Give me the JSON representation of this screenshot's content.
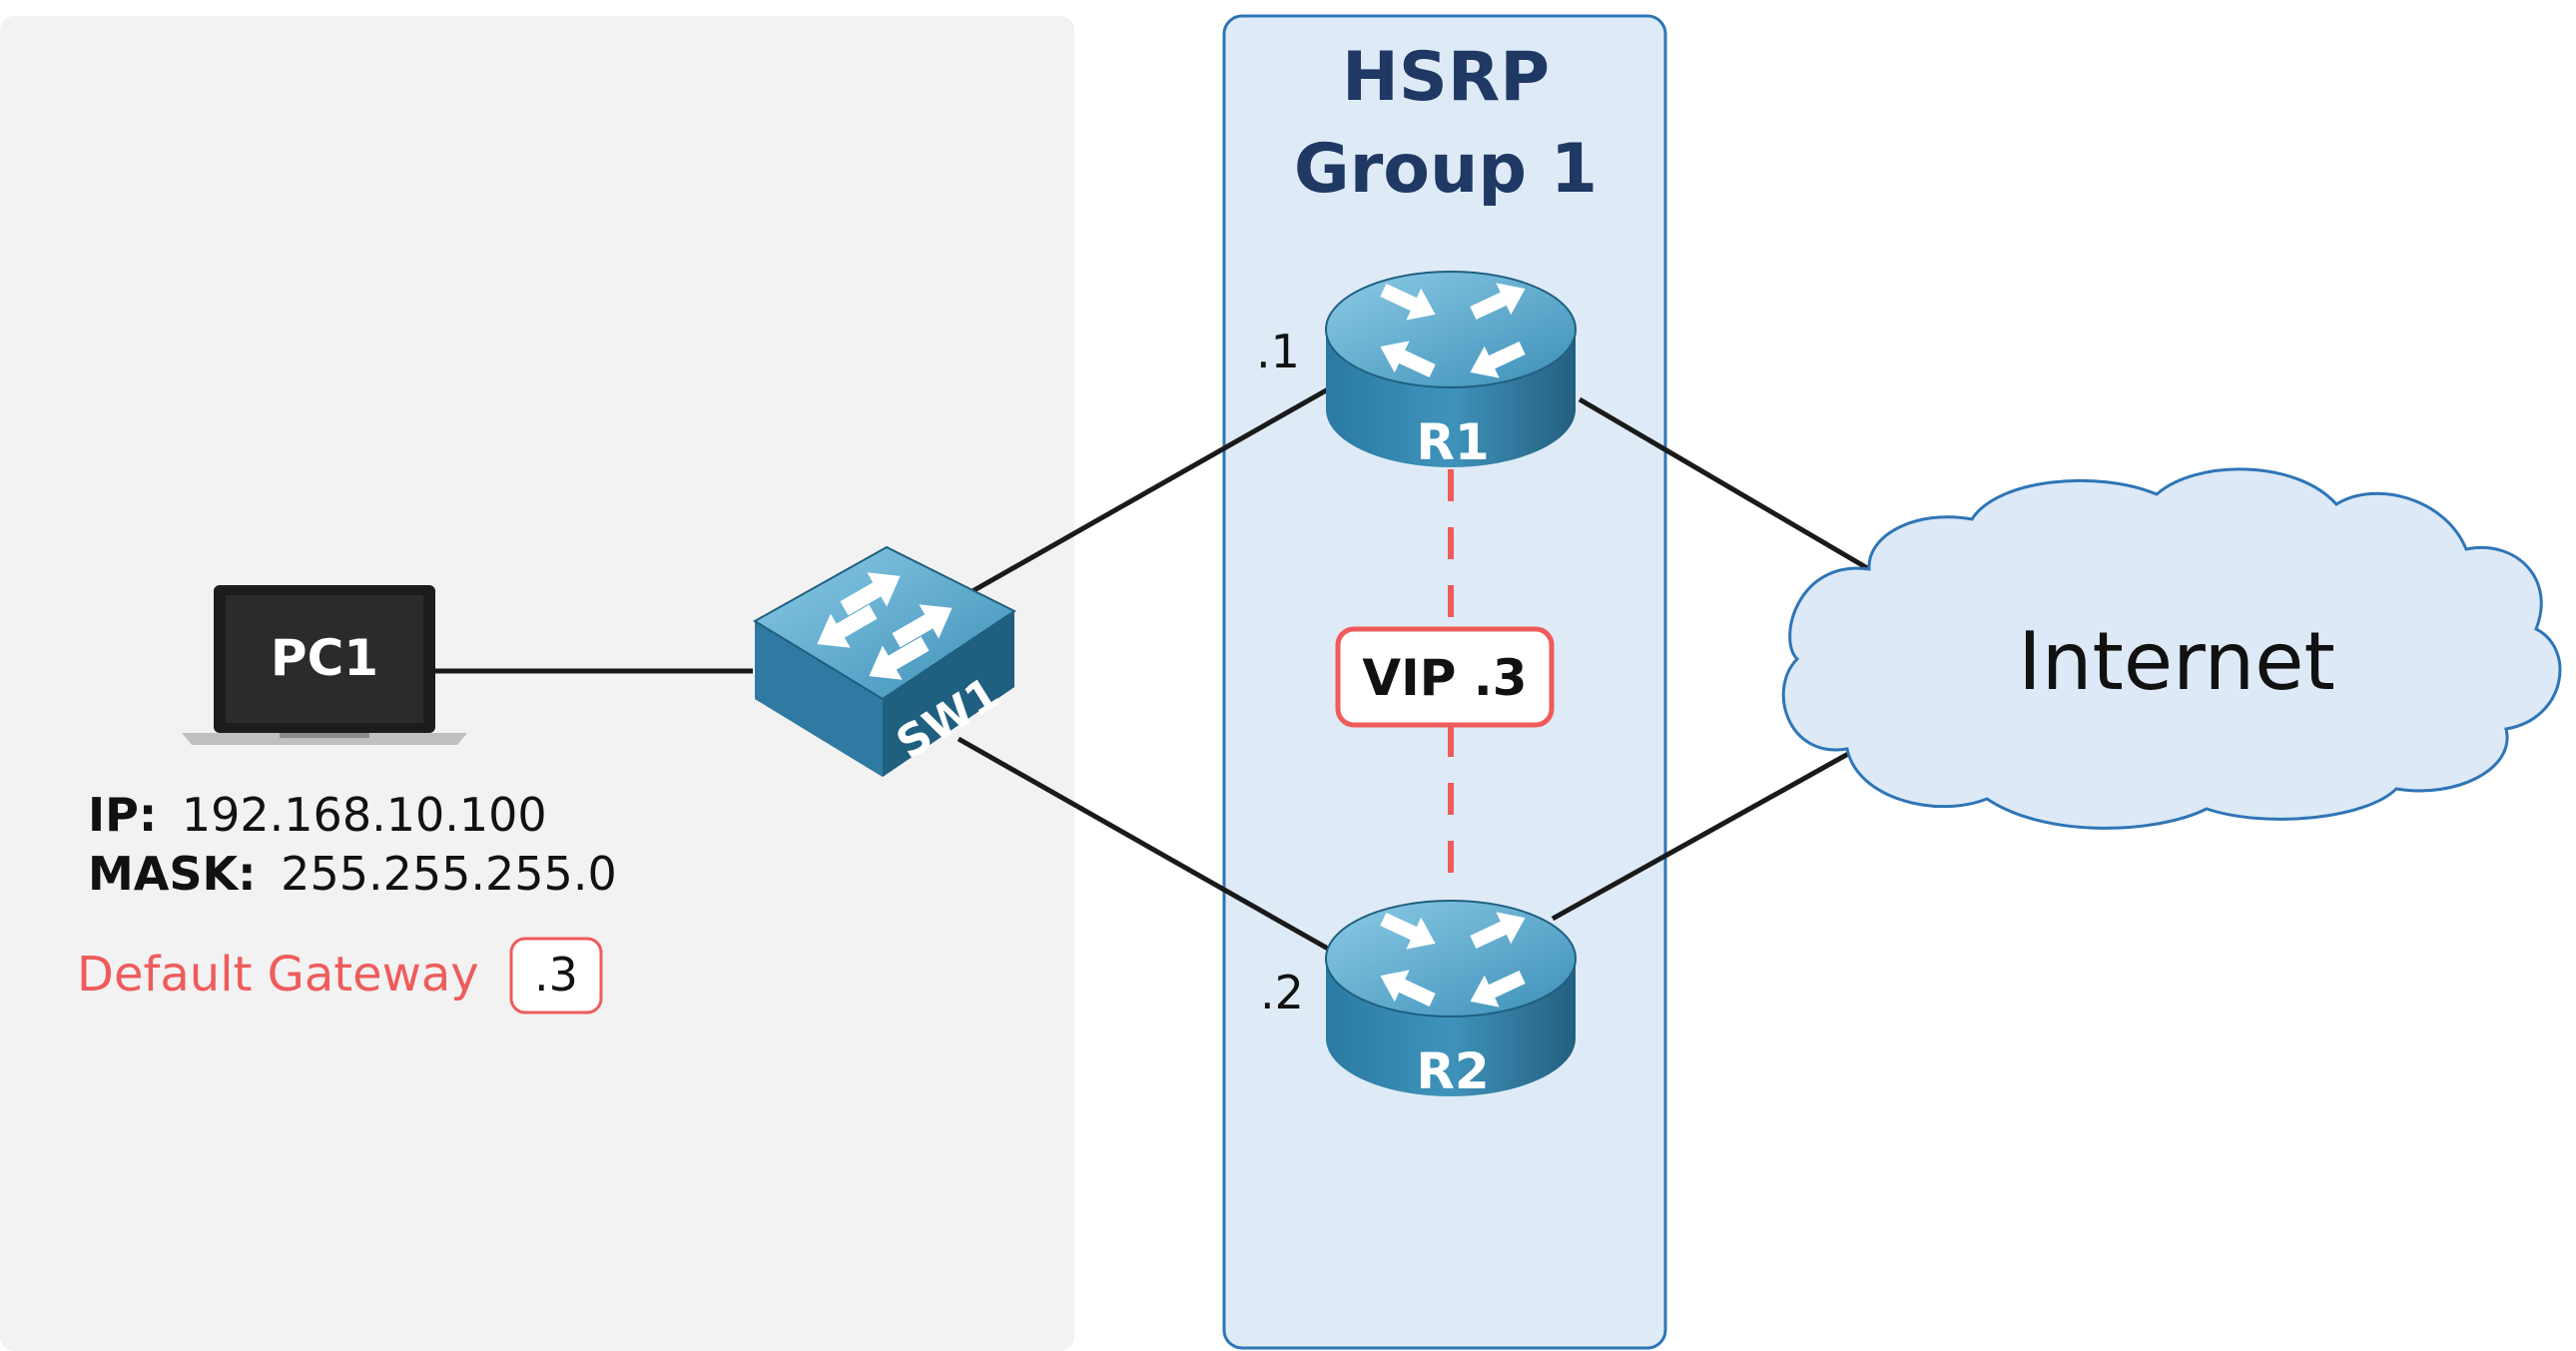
{
  "hsrp_group": {
    "line1": "HSRP",
    "line2": "Group 1"
  },
  "pc": {
    "name": "PC1",
    "ip_label": "IP:",
    "ip_value": "192.168.10.100",
    "mask_label": "MASK:",
    "mask_value": "255.255.255.0",
    "gateway_label": "Default Gateway",
    "gateway_value": ".3"
  },
  "switch": {
    "name": "SW1"
  },
  "routers": [
    {
      "name": "R1",
      "address": ".1"
    },
    {
      "name": "R2",
      "address": ".2"
    }
  ],
  "vip": {
    "label": "VIP .3"
  },
  "cloud": {
    "label": "Internet"
  },
  "colors": {
    "device_blue": "#3f8fb7",
    "device_dark": "#1f5f80",
    "hsrp_fill": "#deebf7",
    "hsrp_border": "#2e75b6",
    "hsrp_title": "#1f3864",
    "accent_red": "#ef5b5b",
    "left_panel": "#f2f2f2",
    "cloud_fill": "#dde9f6",
    "cloud_stroke": "#2e75b6"
  }
}
